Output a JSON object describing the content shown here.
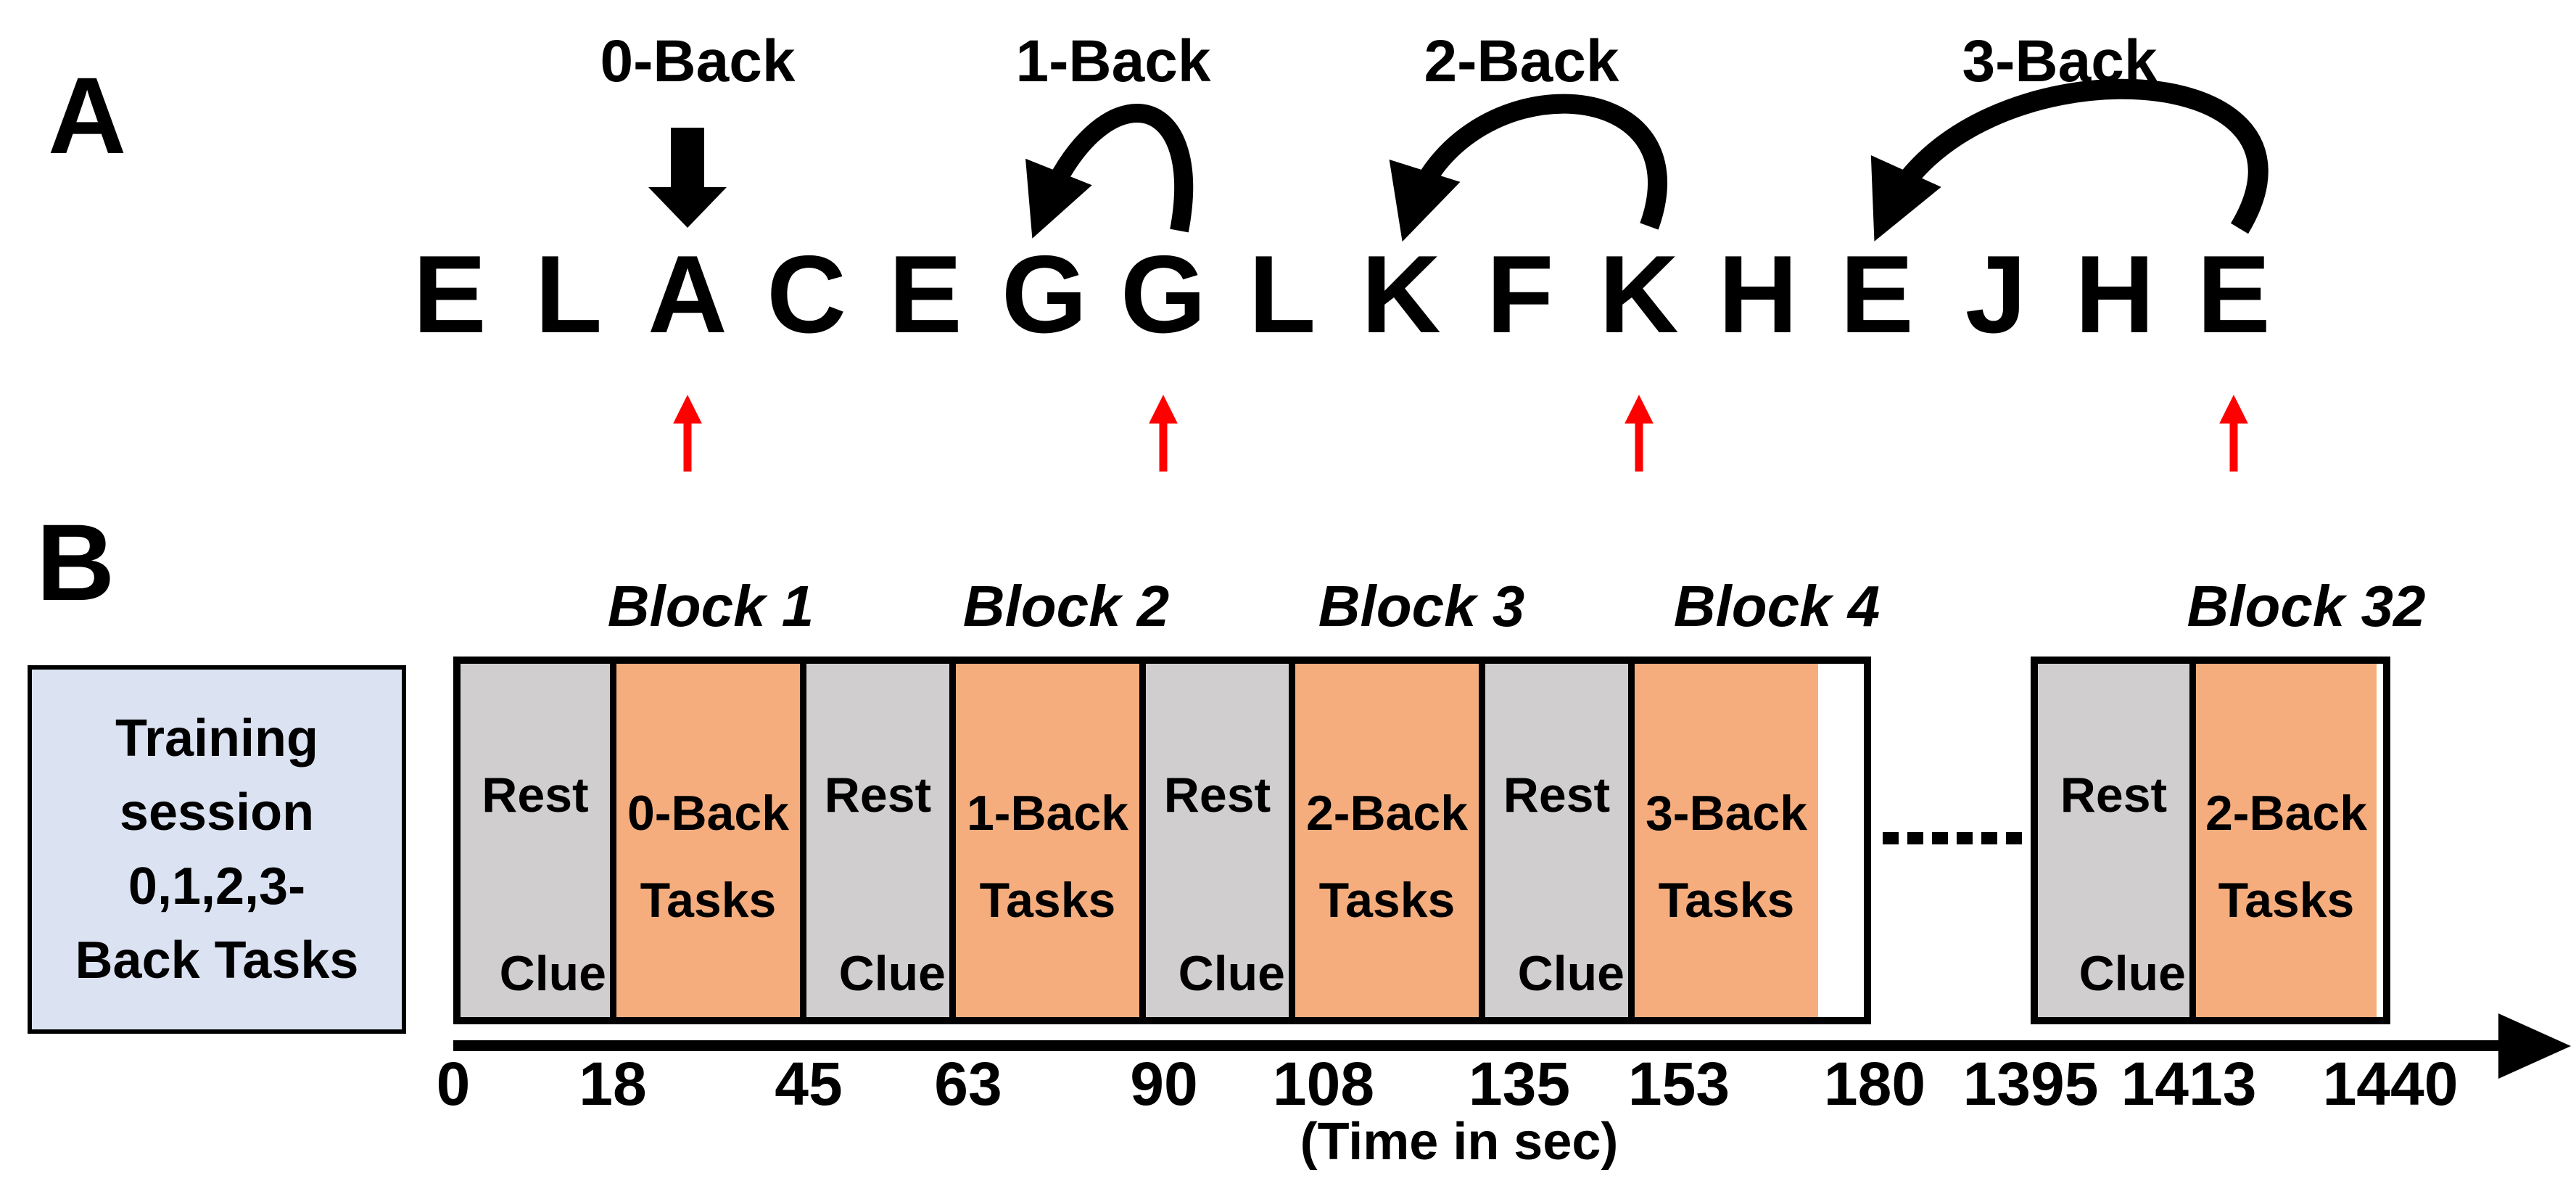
{
  "figure": {
    "panelA": {
      "label": "A",
      "back_labels": [
        {
          "text": "0-Back"
        },
        {
          "text": "1-Back"
        },
        {
          "text": "2-Back"
        },
        {
          "text": "3-Back"
        }
      ],
      "sequence_letters": [
        "E",
        "L",
        "A",
        "C",
        "E",
        "G",
        "G",
        "L",
        "K",
        "F",
        "K",
        "H",
        "E",
        "J",
        "H",
        "E"
      ],
      "target_letter_indices": [
        2,
        6,
        10,
        15
      ],
      "colors": {
        "red_arrow": "#fe0000",
        "ink": "#000000"
      }
    },
    "panelB": {
      "label": "B",
      "training_box_lines": [
        "Training",
        "session",
        "0,1,2,3-",
        "Back Tasks"
      ],
      "rest_label": "Rest",
      "clue_label": "Clue",
      "tasks_word": "Tasks",
      "blocks": [
        {
          "label": "Block 1",
          "task": "0-Back"
        },
        {
          "label": "Block 2",
          "task": "1-Back"
        },
        {
          "label": "Block 3",
          "task": "2-Back"
        },
        {
          "label": "Block 4",
          "task": "3-Back"
        },
        {
          "label": "Block 32",
          "task": "2-Back"
        }
      ],
      "colors": {
        "training_fill": "#dbe3f3",
        "rest_fill": "#d0cece",
        "task_fill": "#f5ad7e"
      },
      "timeline": {
        "tick_labels": [
          "0",
          "18",
          "45",
          "63",
          "90",
          "108",
          "135",
          "153",
          "180",
          "1395",
          "1413",
          "1440"
        ],
        "caption": "(Time in sec)"
      }
    }
  }
}
